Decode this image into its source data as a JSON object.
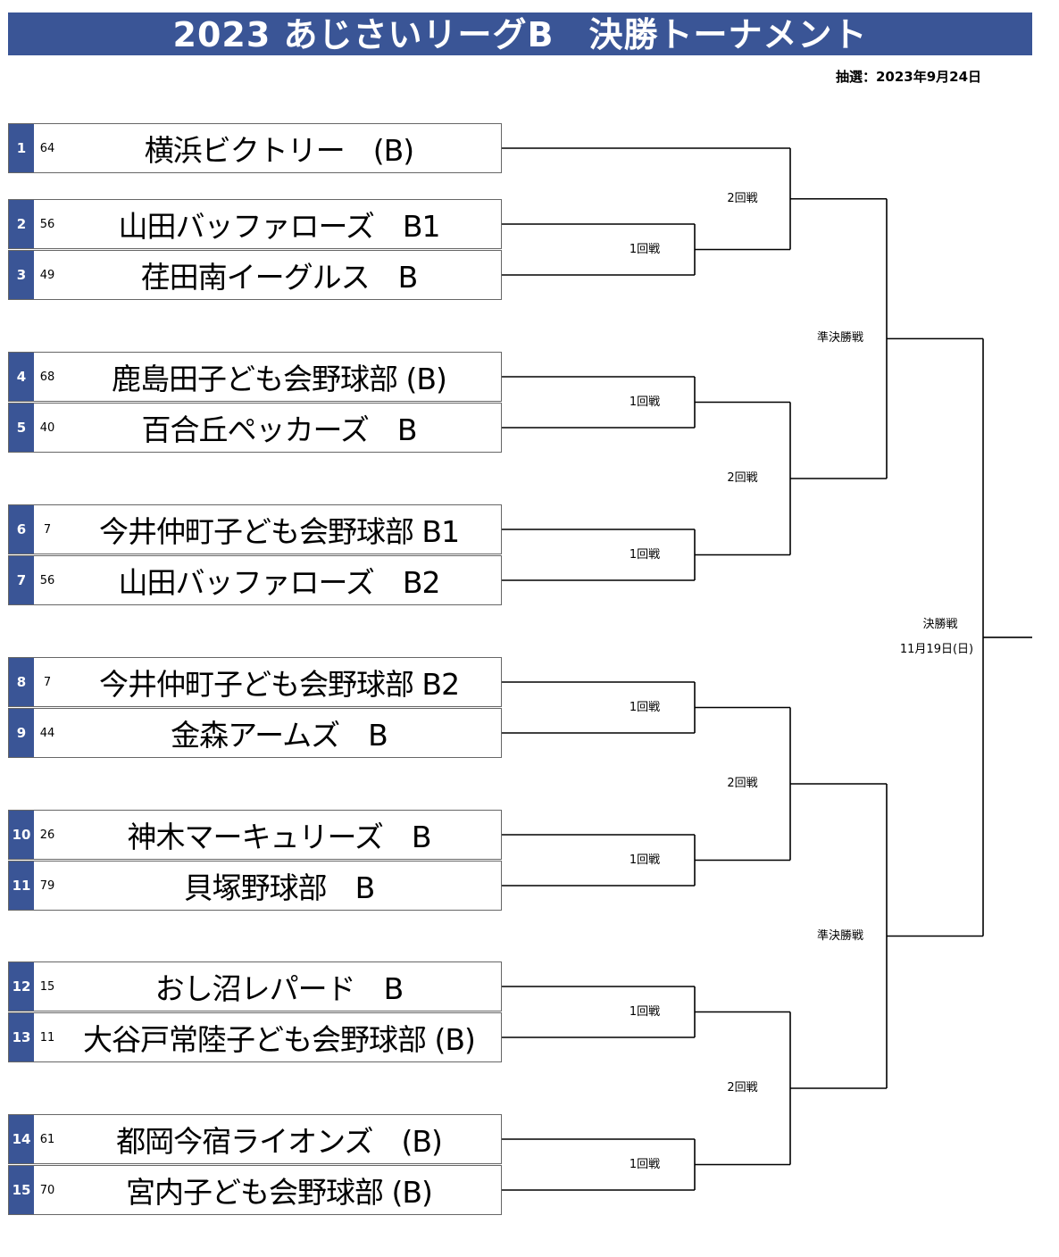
{
  "title": "2023 あじさいリーグB　決勝トーナメント",
  "draw_date": "抽選：2023年9月24日",
  "teams": [
    {
      "seed": "1",
      "num": "64",
      "name": "横浜ビクトリー　(B)"
    },
    {
      "seed": "2",
      "num": "56",
      "name": "山田バッファローズ　B1"
    },
    {
      "seed": "3",
      "num": "49",
      "name": "荏田南イーグルス　B"
    },
    {
      "seed": "4",
      "num": "68",
      "name": "鹿島田子ども会野球部 (B)"
    },
    {
      "seed": "5",
      "num": "40",
      "name": "百合丘ペッカーズ　B"
    },
    {
      "seed": "6",
      "num": "7",
      "name": "今井仲町子ども会野球部 B1"
    },
    {
      "seed": "7",
      "num": "56",
      "name": "山田バッファローズ　B2"
    },
    {
      "seed": "8",
      "num": "7",
      "name": "今井仲町子ども会野球部 B2"
    },
    {
      "seed": "9",
      "num": "44",
      "name": "金森アームズ　B"
    },
    {
      "seed": "10",
      "num": "26",
      "name": "神木マーキュリーズ　B"
    },
    {
      "seed": "11",
      "num": "79",
      "name": "貝塚野球部　B"
    },
    {
      "seed": "12",
      "num": "15",
      "name": "おし沼レパード　B"
    },
    {
      "seed": "13",
      "num": "11",
      "name": "大谷戸常陸子ども会野球部 (B)"
    },
    {
      "seed": "14",
      "num": "61",
      "name": "都岡今宿ライオンズ　(B)"
    },
    {
      "seed": "15",
      "num": "70",
      "name": "宮内子ども会野球部 (B)"
    }
  ],
  "rounds": {
    "round1": "1回戦",
    "round2": "2回戦",
    "semifinal": "準決勝戦",
    "final": "決勝戦",
    "final_date": "11月19日(日)"
  }
}
